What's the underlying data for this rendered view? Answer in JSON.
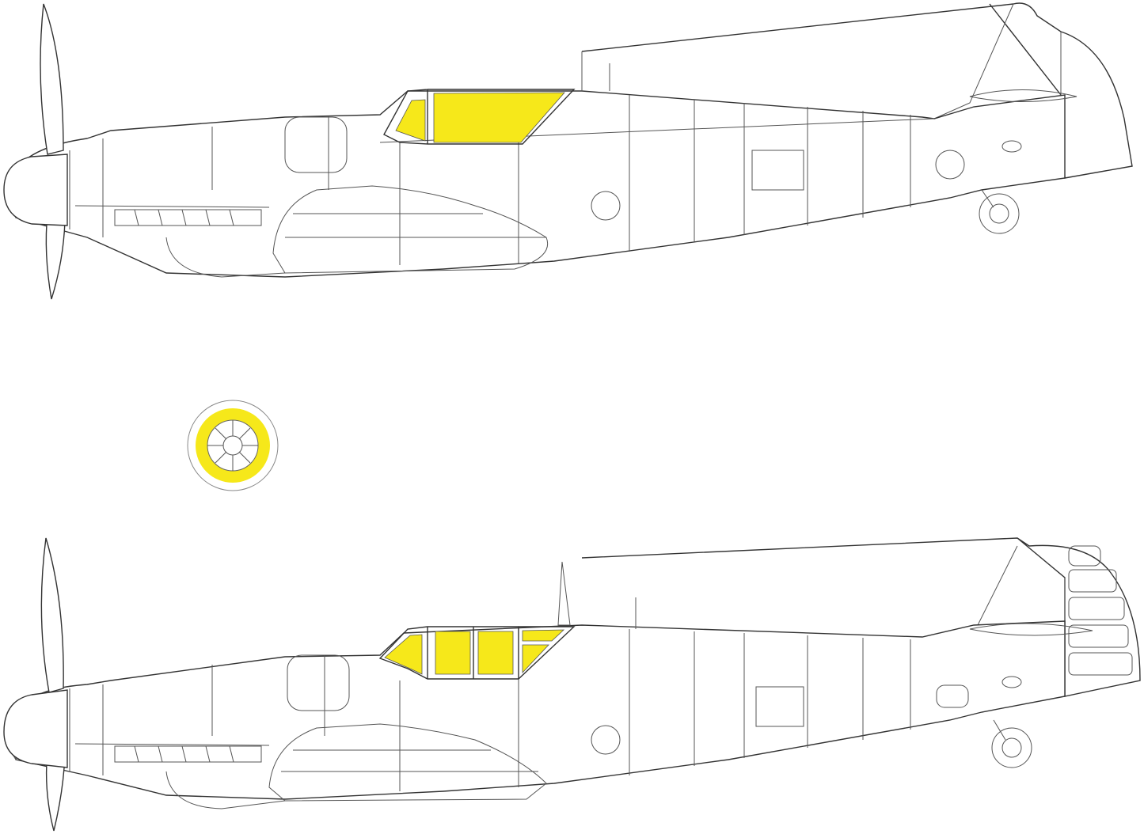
{
  "colors": {
    "mask": "#f6e81a",
    "line": "#444444",
    "background": "#ffffff"
  },
  "views": [
    {
      "name": "upper-profile",
      "masks": [
        "windscreen",
        "canopy-hood"
      ]
    },
    {
      "name": "wheel-mask",
      "masks": [
        "tailwheel-ring"
      ]
    },
    {
      "name": "lower-profile",
      "masks": [
        "windscreen",
        "canopy-panel-1",
        "canopy-panel-2",
        "rear-canopy-upper",
        "rear-canopy-lower"
      ]
    }
  ]
}
